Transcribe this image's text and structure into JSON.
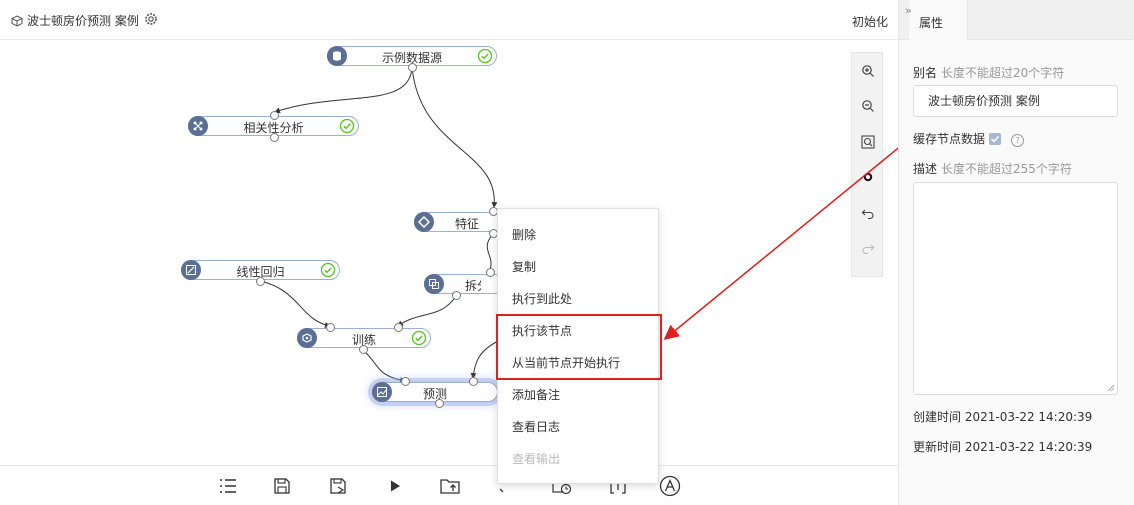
{
  "header": {
    "title": "波士顿房价预测 案例",
    "init_label": "初始化"
  },
  "nodes": {
    "source": "示例数据源",
    "corr": "相关性分析",
    "feature": "特征",
    "linreg": "线性回归",
    "split": "拆分",
    "train": "训练",
    "predict": "预测"
  },
  "context_menu": {
    "delete": "删除",
    "copy": "复制",
    "run_to_here": "执行到此处",
    "run_node": "执行该节点",
    "run_from_here": "从当前节点开始执行",
    "add_note": "添加备注",
    "view_log": "查看日志",
    "view_output": "查看输出"
  },
  "panel": {
    "tab": "属性",
    "alias_label": "别名",
    "alias_hint": "长度不能超过20个字符",
    "alias_value": "波士顿房价预测 案例",
    "cache_label": "缓存节点数据",
    "desc_label": "描述",
    "desc_hint": "长度不能超过255个字符",
    "created_label": "创建时间",
    "created_value": "2021-03-22 14:20:39",
    "updated_label": "更新时间",
    "updated_value": "2021-03-22 14:20:39"
  },
  "colors": {
    "accent": "#5b6e93",
    "success": "#52c41a",
    "highlight": "#e02020"
  },
  "icons": {
    "zoom_in": "zoom-in-icon",
    "zoom_out": "zoom-out-icon",
    "fit": "fit-view-icon",
    "locate": "locate-icon",
    "undo": "undo-icon",
    "redo": "redo-icon"
  }
}
